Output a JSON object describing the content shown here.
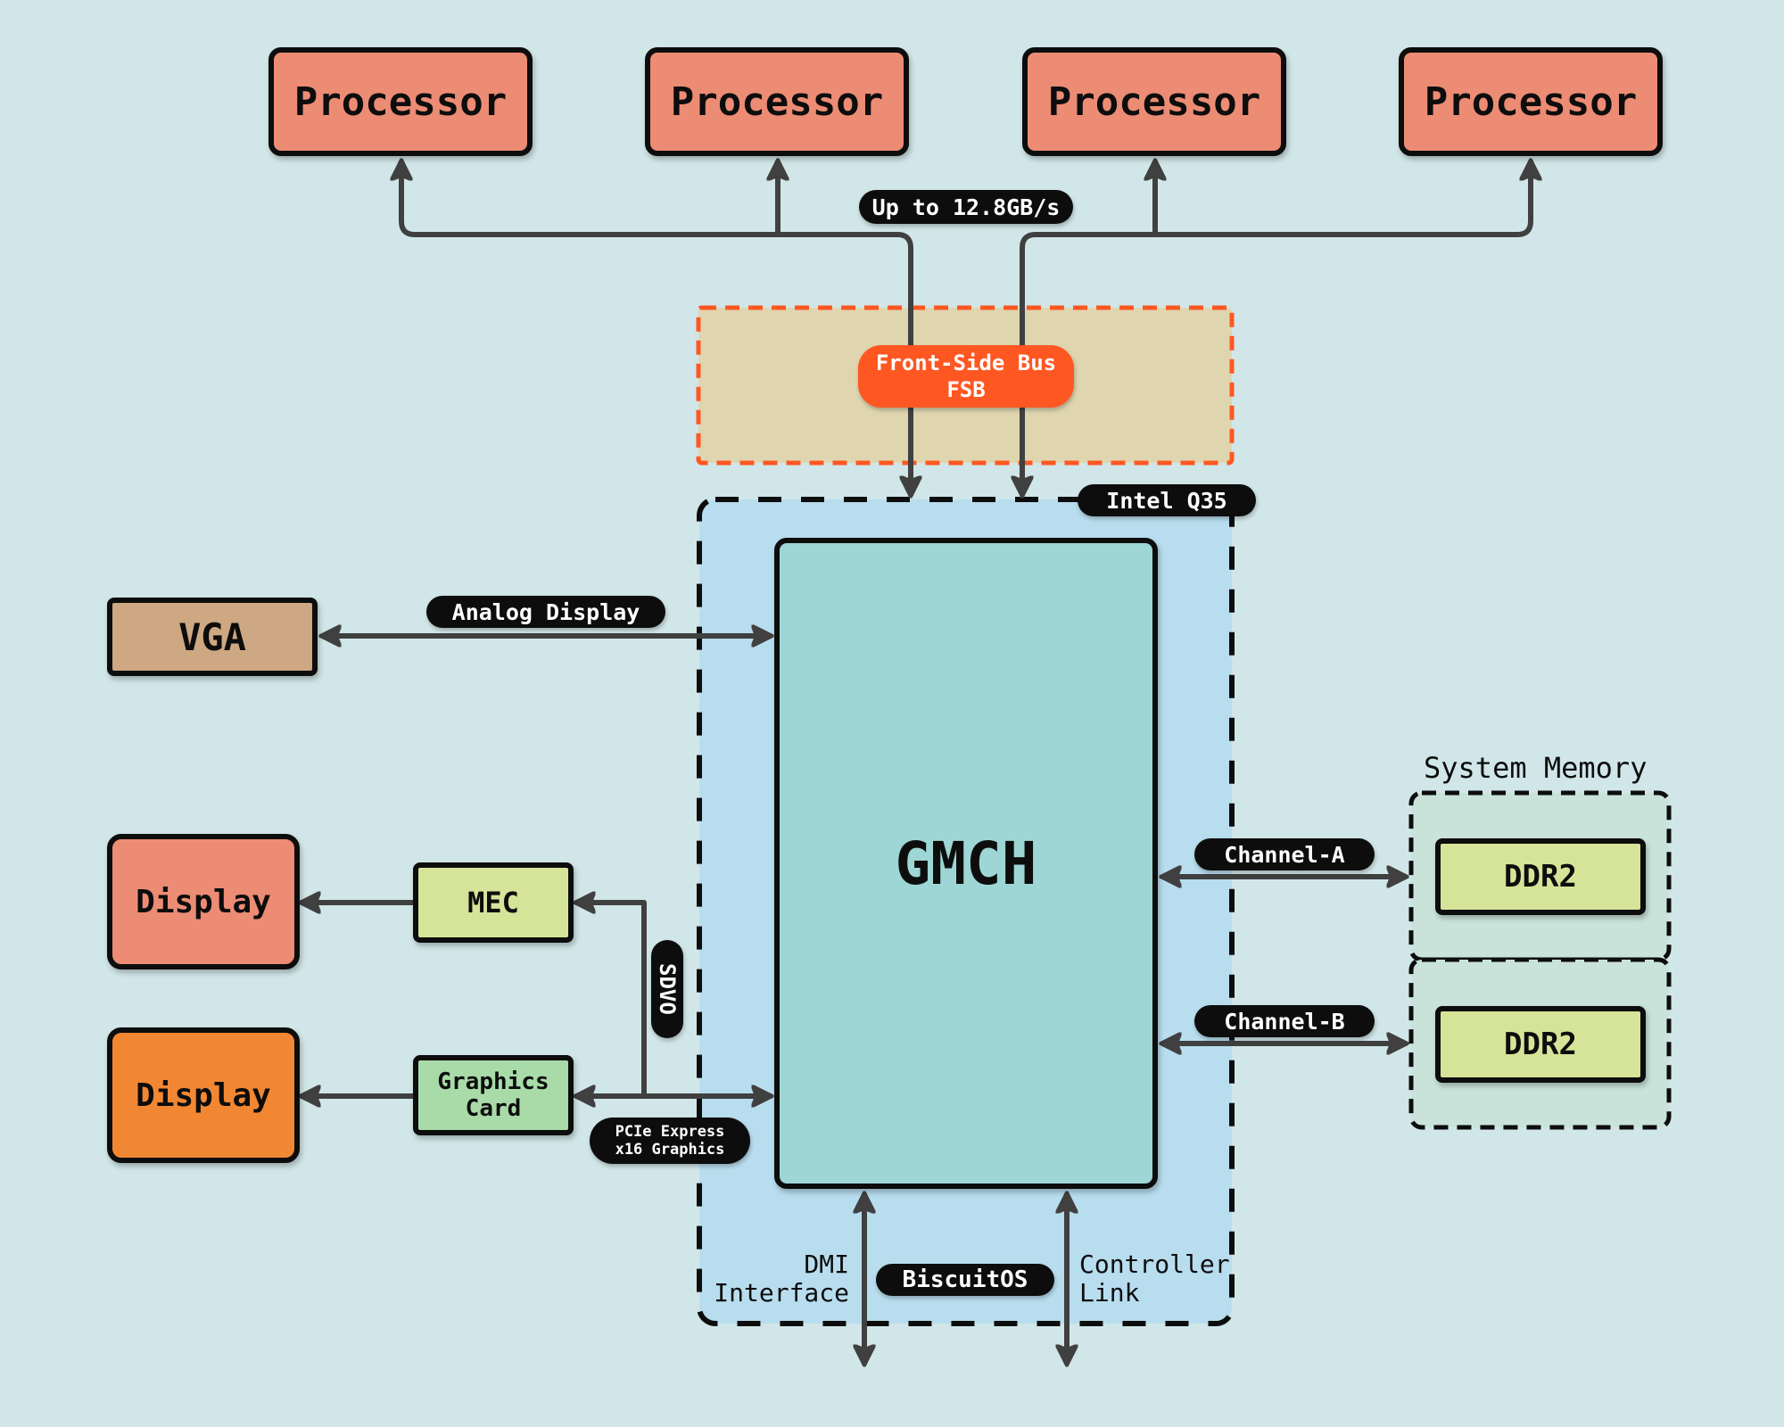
{
  "diagram": {
    "processors": [
      {
        "label": "Processor"
      },
      {
        "label": "Processor"
      },
      {
        "label": "Processor"
      },
      {
        "label": "Processor"
      }
    ],
    "fsb_bandwidth_label": "Up to 12.8GB/s",
    "fsb_label": "Front-Side Bus\nFSB",
    "chipset_label": "Intel Q35",
    "gmch_label": "GMCH",
    "vga_label": "VGA",
    "analog_display_label": "Analog Display",
    "display_1_label": "Display",
    "display_2_label": "Display",
    "mec_label": "MEC",
    "graphics_card_label": "Graphics\nCard",
    "sdvo_label": "SDVO",
    "pcie_label": "PCIe Express\nx16 Graphics",
    "system_memory_label": "System Memory",
    "channel_a_label": "Channel-A",
    "channel_b_label": "Channel-B",
    "ddr_a_label": "DDR2",
    "ddr_b_label": "DDR2",
    "dmi_label": "DMI\nInterface",
    "controller_link_label": "Controller\nLink",
    "watermark_label": "BiscuitOS"
  },
  "colors": {
    "background": "#d1e6e8",
    "processor": "#ec8c74",
    "fsb_region": "#dfd6b0",
    "fsb_accent": "#ff5722",
    "chipset_region": "#b8ddee",
    "gmch": "#9dd6d4",
    "vga": "#cda882",
    "display_1": "#ec8c74",
    "display_2": "#f28733",
    "mec": "#d5e498",
    "graphics_card": "#a8dba8",
    "ddr": "#d5e498",
    "memory_region": "#c9e3da",
    "wire": "#404040"
  }
}
